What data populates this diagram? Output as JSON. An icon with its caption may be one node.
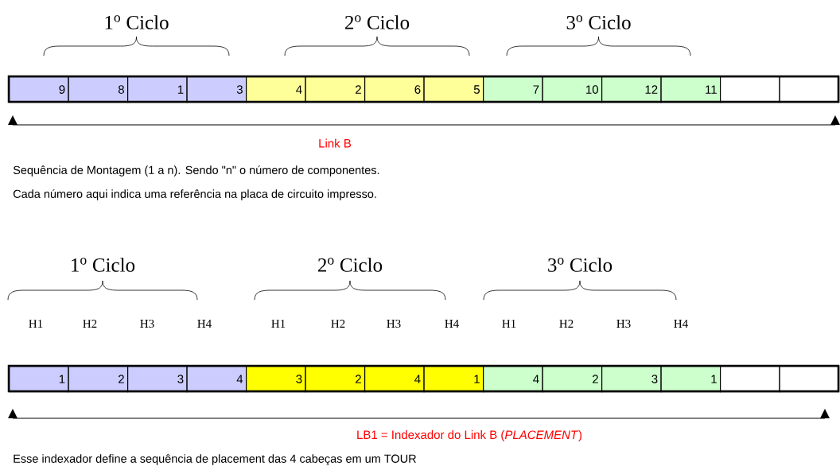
{
  "diagram": {
    "nodes": [
      {
        "text": [
          "9"
        ]
      },
      {
        "text": [
          "8"
        ]
      },
      {
        "text": [
          "1"
        ]
      },
      {
        "text": [
          "3"
        ]
      },
      {
        "text": [
          "4"
        ]
      },
      {
        "text": [
          "2"
        ]
      },
      {
        "text": [
          "6"
        ]
      },
      {
        "text": [
          "5"
        ]
      },
      {
        "text": [
          "7"
        ]
      },
      {
        "text": [
          "10"
        ]
      },
      {
        "text": [
          "12"
        ]
      },
      {
        "text": [
          "11"
        ]
      },
      {
        "text": [],
        "shape": "box"
      },
      {
        "text": [],
        "shape": "box"
      },
      {
        "text": [
          "1"
        ]
      },
      {
        "text": [
          "2"
        ]
      },
      {
        "text": [
          "3"
        ]
      },
      {
        "text": [
          "4"
        ]
      },
      {
        "text": [
          "3"
        ]
      },
      {
        "text": [
          "2"
        ]
      },
      {
        "text": [
          "4"
        ]
      },
      {
        "text": [
          "1"
        ]
      },
      {
        "text": [
          "4"
        ]
      },
      {
        "text": [
          "2"
        ]
      },
      {
        "text": [
          "3"
        ]
      },
      {
        "text": [
          "1"
        ]
      },
      {
        "text": [],
        "shape": "box"
      },
      {
        "text": [],
        "shape": "box"
      }
    ],
    "labels": [
      "1$^{o}$ Ciclo",
      "2$^{o}$ Ciclo",
      "3$^{o}$ Ciclo",
      "Link B",
      "Sequência de Montagem  (1 a n). Sendo \"n\" o número de componentes.",
      "Cada número aqui indica uma referência na placa de circuito impresso.",
      "1$^{o}$ Ciclo",
      "2$^{o}$ Ciclo",
      "3$^{o}$ Ciclo",
      "H1",
      "H2",
      "H3",
      "H4",
      "H1",
      "H2",
      "H3",
      "H4",
      "H1",
      "H2",
      "H3",
      "H4",
      "LB1 = Indexador do Link B (*PLACEMENT*)",
      "Esse indexador define a sequência de placement das 4 cabeças em um TOUR"
    ]
  }
}
